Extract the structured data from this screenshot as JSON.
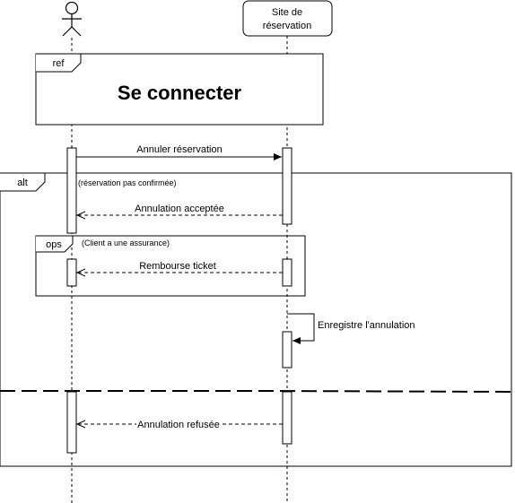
{
  "diagram": {
    "type": "sequence",
    "participants": {
      "actor": {
        "label": ""
      },
      "system": {
        "label_line1": "Site de",
        "label_line2": "réservation"
      }
    },
    "ref_frame": {
      "tag": "ref",
      "title": "Se connecter"
    },
    "messages": {
      "annuler": "Annuler réservation",
      "acceptee": "Annulation acceptée",
      "rembourse": "Rembourse ticket",
      "enregistre": "Enregistre l'annulation",
      "refusee": "Annulation refusée"
    },
    "alt_frame": {
      "tag": "alt",
      "guard": "(réservation pas confirmée)"
    },
    "opt_frame": {
      "tag": "ops",
      "guard": "(Client a une assurance)"
    },
    "colors": {
      "line": "#000000",
      "background": "#ffffff"
    }
  }
}
